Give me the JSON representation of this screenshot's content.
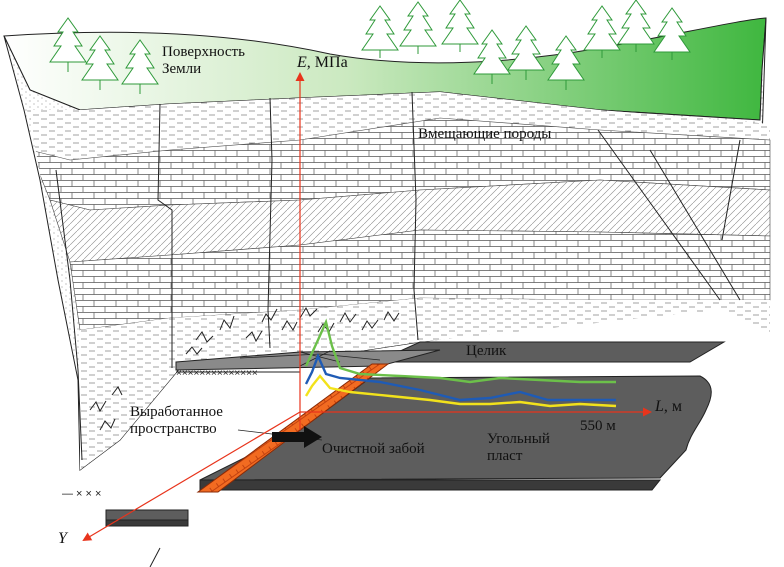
{
  "labels": {
    "surface_line1": "Поверхность",
    "surface_line2": "Земли",
    "axis_e_letter": "E",
    "axis_e_unit": ", МПа",
    "host_rocks": "Вмещающие породы",
    "pillar": "Целик",
    "mined_line1": "Выработанное",
    "mined_line2": "пространство",
    "face": "Очистной забой",
    "seam_line1": "Угольный",
    "seam_line2": "пласт",
    "axis_l_letter": "L",
    "axis_l_unit": ", м",
    "distance": "550 м",
    "axis_y": "Y"
  },
  "colors": {
    "surface_green": "#3fb73f",
    "axis_red": "#e8341c",
    "face_orange": "#f26b21",
    "seam_gray": "#5d5d5d",
    "curve_green": "#6cc04a",
    "curve_blue": "#1f5bb5",
    "curve_yellow": "#f2e21b"
  }
}
